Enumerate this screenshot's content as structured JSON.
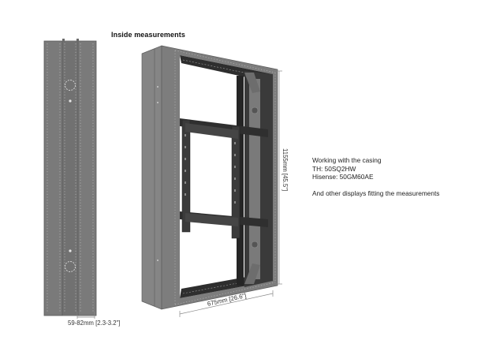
{
  "heading": "Inside measurements",
  "info": {
    "line1": "Working with the casing",
    "line2": "TH: 50SQ2HW",
    "line3": "Hisense: 50GM60AE",
    "line4": "And other displays fitting the measurements"
  },
  "dimensions": {
    "depth": "59-82mm [2.3-3.2\"]",
    "width": "675mm [26.6\"]",
    "height": "1155mm [45.5\"]"
  },
  "colors": {
    "casing_grey": "#7a7a7a",
    "casing_dark": "#5f5f5f",
    "interior_black": "#2b2b2b",
    "dimension_line": "#888888"
  }
}
